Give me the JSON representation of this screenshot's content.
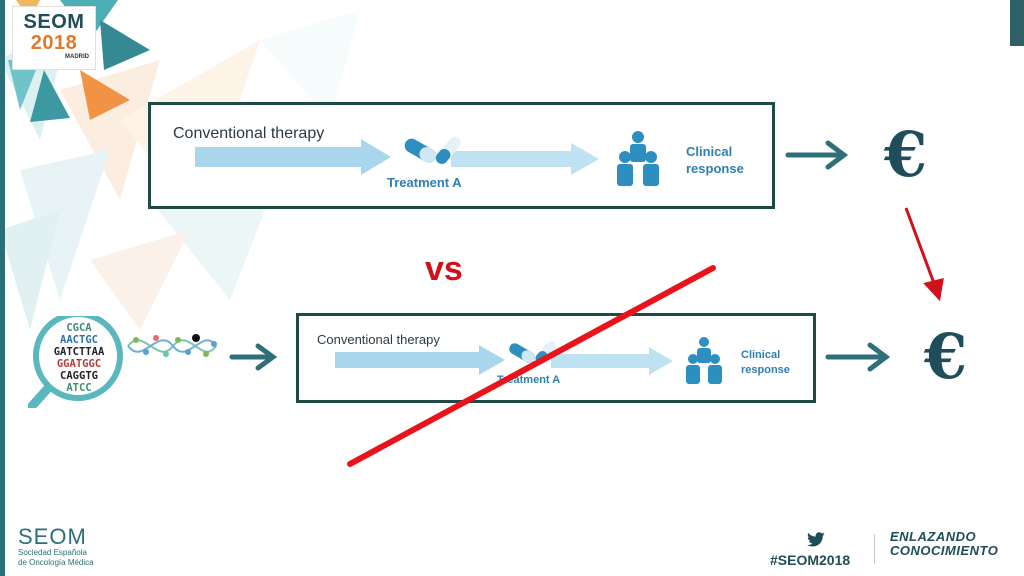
{
  "logo": {
    "line1": "SEOM",
    "line2": "2018",
    "city": "MADRID"
  },
  "top_box": {
    "conventional": "Conventional therapy",
    "treatment": "Treatment A",
    "clinical_1": "Clinical",
    "clinical_2": "response"
  },
  "bottom_box": {
    "conventional": "Conventional therapy",
    "treatment": "Treatment A",
    "clinical_1": "Clinical",
    "clinical_2": "response"
  },
  "vs_label": "vs",
  "euro_top": "€",
  "euro_bottom": "€",
  "dna_letters": [
    "CGCA",
    "AACTGC",
    "GATCTTAA",
    "GGATGGC",
    "CAGGTG",
    "ATCC"
  ],
  "footer": {
    "seom": "SEOM",
    "society_1": "Sociedad Española",
    "society_2": "de Oncología Médica",
    "hashtag": "#SEOM2018",
    "enlazando_1": "ENLAZANDO",
    "enlazando_2": "CONOCIMIENTO"
  },
  "colors": {
    "teal": "#1f4d59",
    "red": "#d0101a",
    "orange": "#e07a2a",
    "box_border": "#1f4a45",
    "blue": "#2f7fb5"
  }
}
